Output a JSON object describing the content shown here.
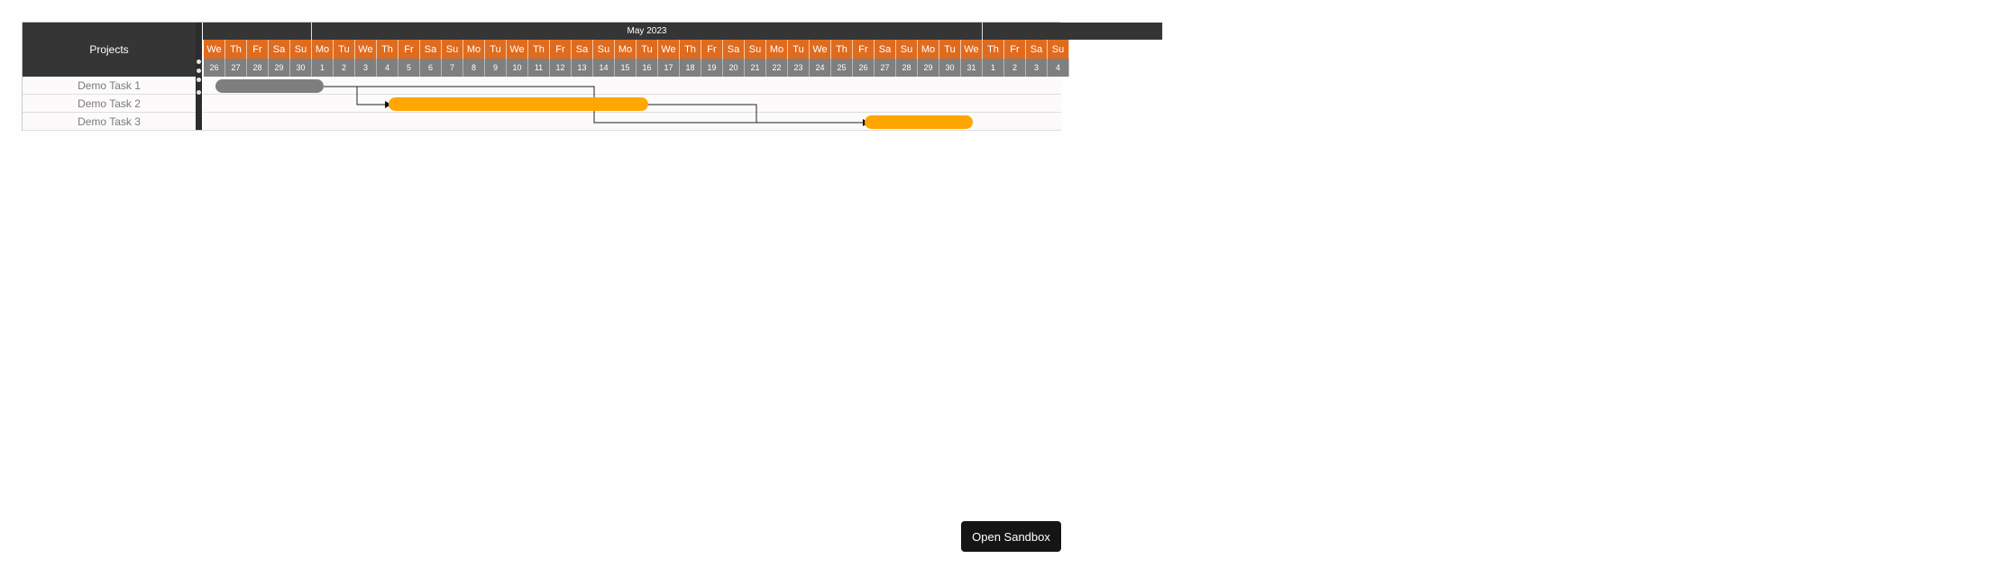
{
  "left_panel": {
    "header": "Projects",
    "tasks": [
      "Demo Task 1",
      "Demo Task 2",
      "Demo Task 3"
    ]
  },
  "timeline": {
    "months": [
      {
        "label": ""
      },
      {
        "label": "May 2023"
      },
      {
        "label": ""
      }
    ],
    "days": [
      {
        "dow": "We",
        "date": "26"
      },
      {
        "dow": "Th",
        "date": "27"
      },
      {
        "dow": "Fr",
        "date": "28"
      },
      {
        "dow": "Sa",
        "date": "29"
      },
      {
        "dow": "Su",
        "date": "30"
      },
      {
        "dow": "Mo",
        "date": "1"
      },
      {
        "dow": "Tu",
        "date": "2"
      },
      {
        "dow": "We",
        "date": "3"
      },
      {
        "dow": "Th",
        "date": "4"
      },
      {
        "dow": "Fr",
        "date": "5"
      },
      {
        "dow": "Sa",
        "date": "6"
      },
      {
        "dow": "Su",
        "date": "7"
      },
      {
        "dow": "Mo",
        "date": "8"
      },
      {
        "dow": "Tu",
        "date": "9"
      },
      {
        "dow": "We",
        "date": "10"
      },
      {
        "dow": "Th",
        "date": "11"
      },
      {
        "dow": "Fr",
        "date": "12"
      },
      {
        "dow": "Sa",
        "date": "13"
      },
      {
        "dow": "Su",
        "date": "14"
      },
      {
        "dow": "Mo",
        "date": "15"
      },
      {
        "dow": "Tu",
        "date": "16"
      },
      {
        "dow": "We",
        "date": "17"
      },
      {
        "dow": "Th",
        "date": "18"
      },
      {
        "dow": "Fr",
        "date": "19"
      },
      {
        "dow": "Sa",
        "date": "20"
      },
      {
        "dow": "Su",
        "date": "21"
      },
      {
        "dow": "Mo",
        "date": "22"
      },
      {
        "dow": "Tu",
        "date": "23"
      },
      {
        "dow": "We",
        "date": "24"
      },
      {
        "dow": "Th",
        "date": "25"
      },
      {
        "dow": "Fr",
        "date": "26"
      },
      {
        "dow": "Sa",
        "date": "27"
      },
      {
        "dow": "Su",
        "date": "28"
      },
      {
        "dow": "Mo",
        "date": "29"
      },
      {
        "dow": "Tu",
        "date": "30"
      },
      {
        "dow": "We",
        "date": "31"
      },
      {
        "dow": "Th",
        "date": "1"
      },
      {
        "dow": "Fr",
        "date": "2"
      },
      {
        "dow": "Sa",
        "date": "3"
      },
      {
        "dow": "Su",
        "date": "4"
      }
    ]
  },
  "bars": [
    {
      "task": "Demo Task 1",
      "color": "#7e7e7e"
    },
    {
      "task": "Demo Task 2",
      "color": "#ffa600"
    },
    {
      "task": "Demo Task 3",
      "color": "#ffa600"
    }
  ],
  "colors": {
    "header_dark": "#353535",
    "weekday_orange": "#df6b1f",
    "date_gray": "#7f7f7f",
    "bar_gray": "#7e7e7e",
    "bar_orange": "#ffa600"
  },
  "open_sandbox_label": "Open Sandbox"
}
